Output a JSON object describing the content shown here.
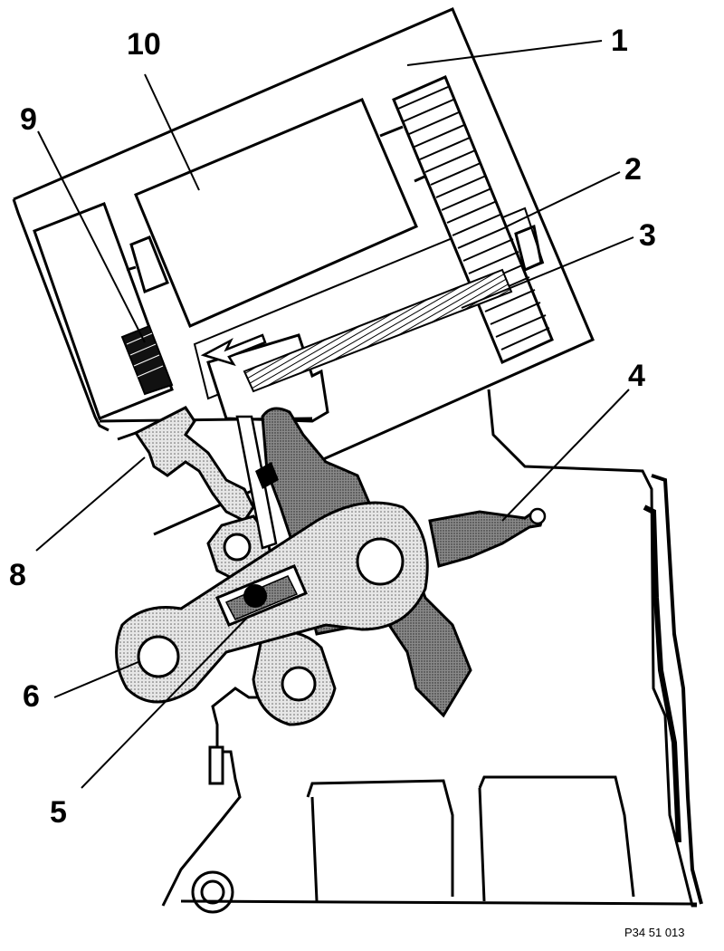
{
  "diagram": {
    "callouts": [
      {
        "id": "1",
        "label": "1"
      },
      {
        "id": "2",
        "label": "2"
      },
      {
        "id": "3",
        "label": "3"
      },
      {
        "id": "4",
        "label": "4"
      },
      {
        "id": "5",
        "label": "5"
      },
      {
        "id": "6",
        "label": "6"
      },
      {
        "id": "8",
        "label": "8"
      },
      {
        "id": "9",
        "label": "9"
      },
      {
        "id": "10",
        "label": "10"
      }
    ],
    "figure_ref": "P34 51 013"
  }
}
